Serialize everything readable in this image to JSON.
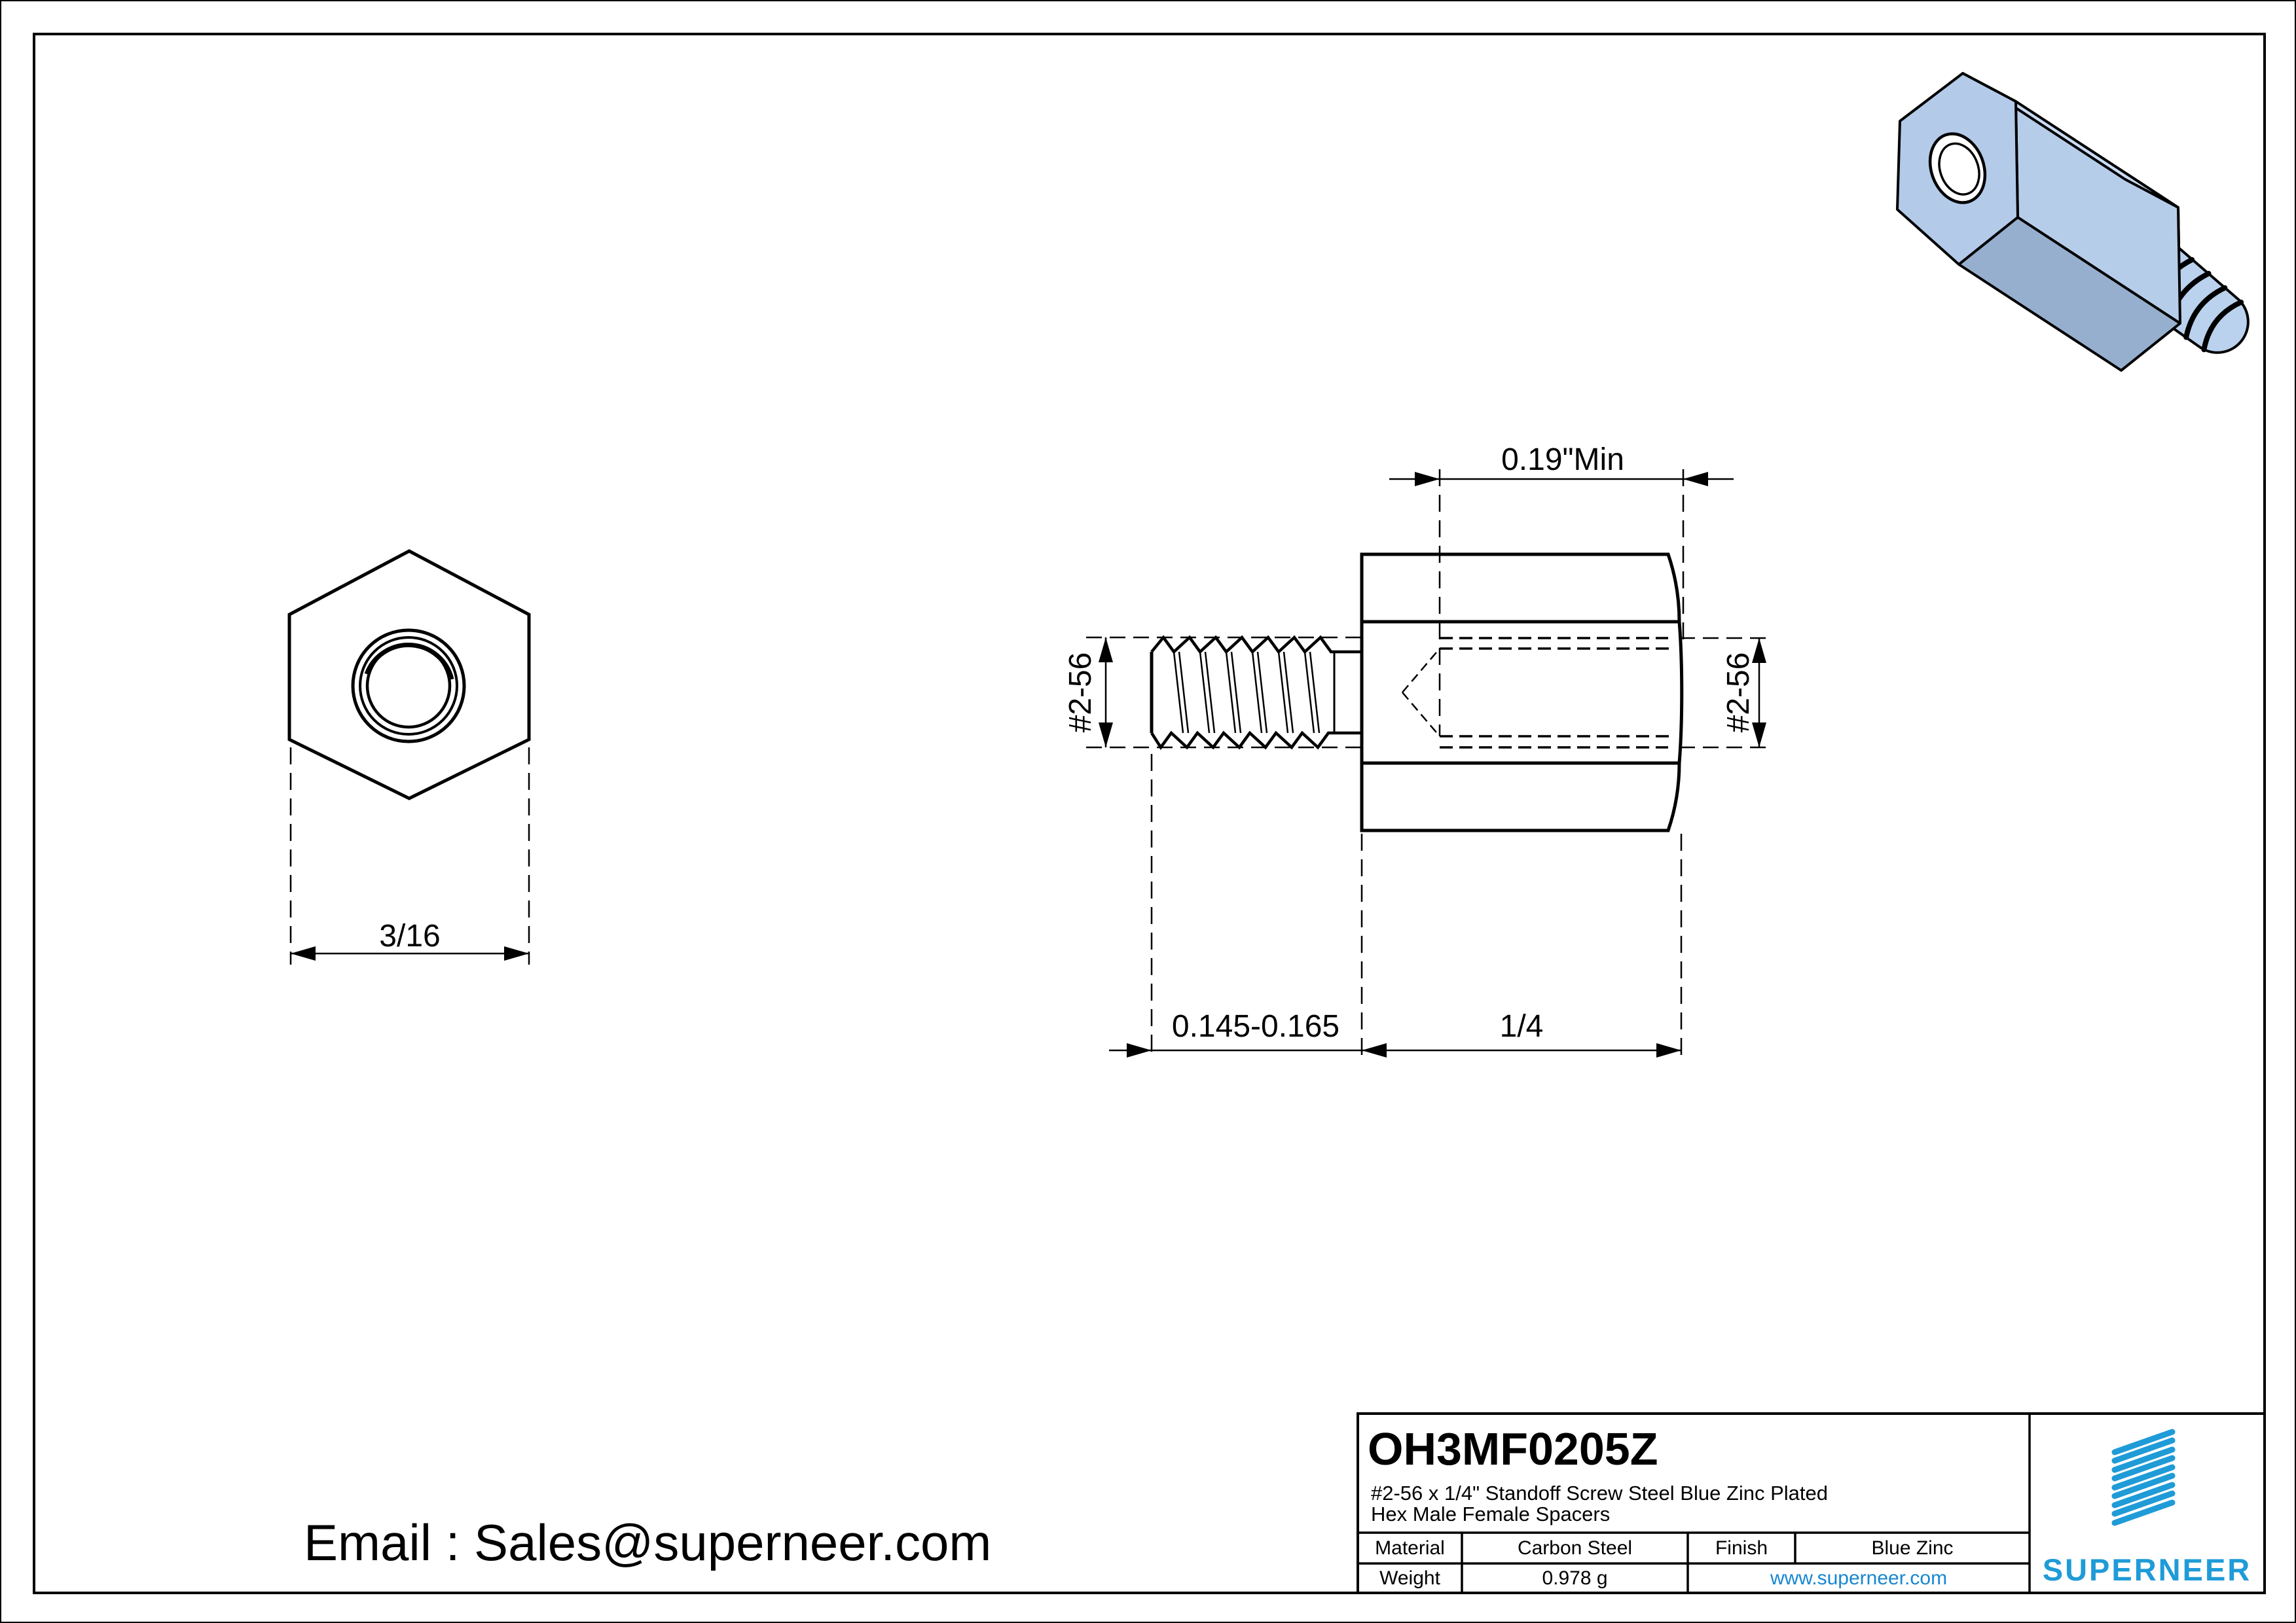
{
  "drawing": {
    "front_view": {
      "width_across_flats": "3/16"
    },
    "side_view": {
      "thread_depth_min": "0.19\"Min",
      "male_thread_size": "#2-56",
      "female_thread_size": "#2-56",
      "stud_length_range": "0.145-0.165",
      "body_length": "1/4"
    }
  },
  "footer": {
    "email": "Email : Sales@superneer.com"
  },
  "title_block": {
    "part_number": "OH3MF0205Z",
    "description_line1": "#2-56 x 1/4\" Standoff Screw Steel Blue Zinc Plated",
    "description_line2": "Hex Male Female Spacers",
    "material_label": "Material",
    "material_value": "Carbon Steel",
    "finish_label": "Finish",
    "finish_value": "Blue Zinc",
    "weight_label": "Weight",
    "weight_value": "0.978 g",
    "website": "www.superneer.com",
    "brand": "SUPERNEER"
  },
  "colors": {
    "line": "#000000",
    "link_blue": "#1787d2",
    "brand_blue": "#1f9bd7",
    "render_top_face": "#cadcf4",
    "render_side_face": "#b6cdea",
    "render_bottom_face": "#97afce",
    "render_front_face": "#b3cae9",
    "render_stud": "#bad2ee"
  }
}
